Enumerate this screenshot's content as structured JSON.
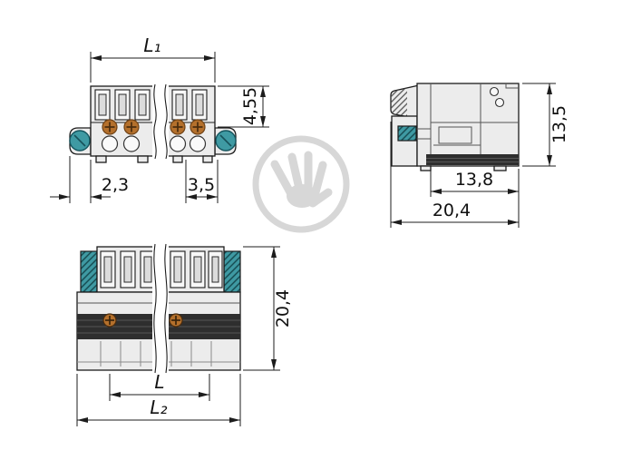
{
  "watermark": {
    "icon": "hand-logo"
  },
  "colors": {
    "background": "#ffffff",
    "line": "#1c1c1c",
    "body_fill": "#ececec",
    "teal_accent": "#3f9aa3",
    "orange_accent": "#b4702c",
    "dark_band": "#2e2e2e",
    "watermark_gray": "#d7d7d7"
  },
  "front_view": {
    "dim_overall_width": "L₁",
    "dim_height": "4,55",
    "dim_edge_offset": "2,3",
    "dim_pitch": "3,5"
  },
  "side_view": {
    "dim_height": "13,5",
    "dim_body_depth": "13,8",
    "dim_total_depth": "20,4"
  },
  "top_view": {
    "dim_depth": "20,4",
    "dim_inner_length": "L",
    "dim_overall_length": "L₂"
  }
}
